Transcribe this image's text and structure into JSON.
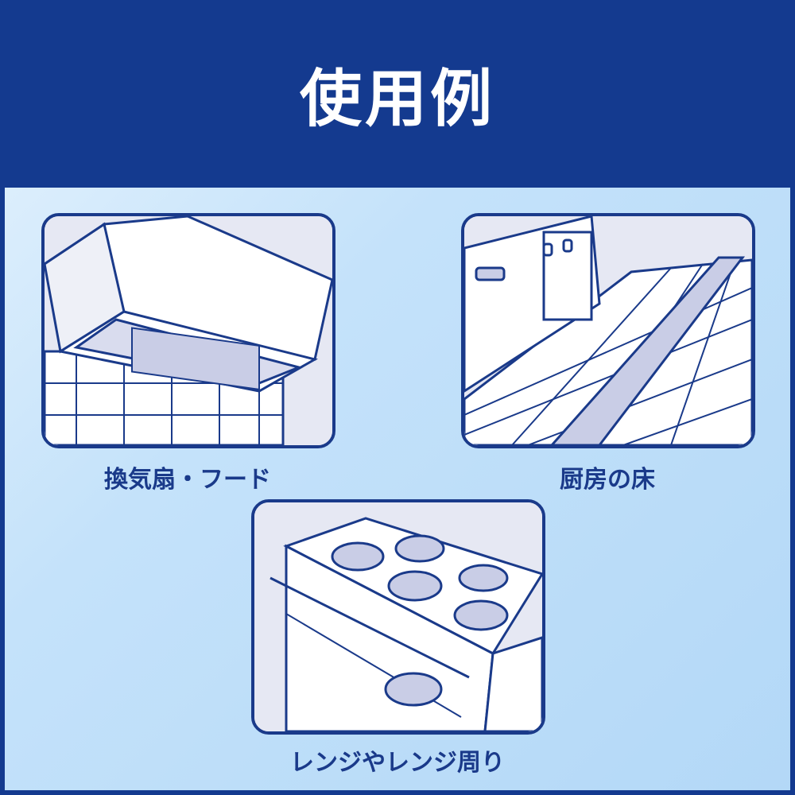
{
  "header": {
    "title": "使用例"
  },
  "examples": [
    {
      "label": "換気扇・フード",
      "icon": "range-hood-illustration"
    },
    {
      "label": "厨房の床",
      "icon": "kitchen-floor-illustration"
    },
    {
      "label": "レンジやレンジ周り",
      "icon": "gas-range-illustration"
    }
  ],
  "colors": {
    "primary": "#143a8f",
    "panel_bg": "#ffffff",
    "light": "#c4e2fa"
  }
}
